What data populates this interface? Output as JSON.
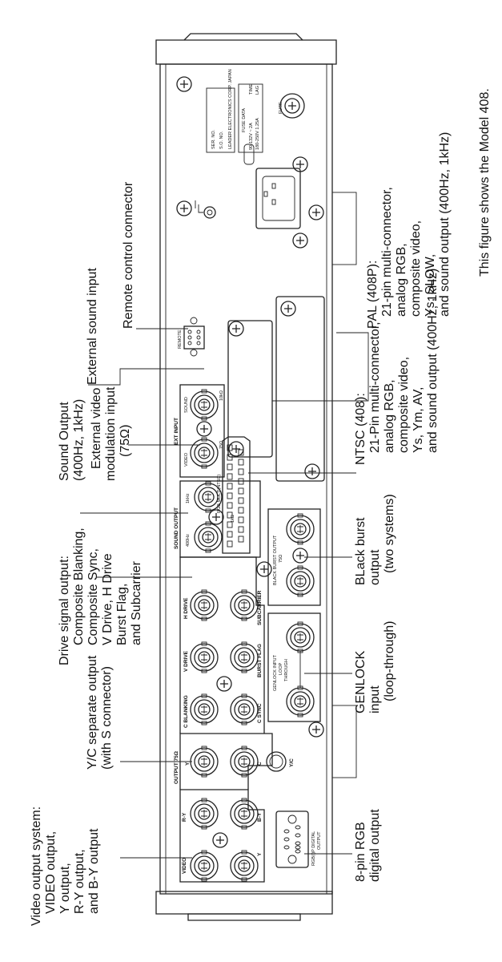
{
  "figure": {
    "caption": "This figure shows the Model 408.",
    "device": "Rear panel"
  },
  "callouts": {
    "video_output": [
      "Video output system:",
      "VIDEO output,",
      "Y output,",
      "R-Y output,",
      "and B-Y output"
    ],
    "rgb_digital": [
      "8-pin RGB",
      "digital output"
    ],
    "yc_output": [
      "Y/C separate output",
      "(with S connector)"
    ],
    "genlock": [
      "GENLOCK",
      "input",
      "(loop-through)"
    ],
    "drive_signal": [
      "Drive signal output:",
      "Composite Blanking,",
      "Composite Sync,",
      "V Drive, H Drive",
      "Burst Flag,",
      "and Subcarrier"
    ],
    "black_burst": [
      "BLack burst",
      "output",
      "(two systems)"
    ],
    "sound_output": [
      "Sound Output",
      "(400Hz,  1kHz)"
    ],
    "ext_video": [
      "External video",
      "modulation input",
      "(75Ω)"
    ],
    "ntsc": [
      "NTSC (408):",
      "21-Pin multi-connector,",
      "analog RGB,",
      "composite video,",
      "Ys, Ym, AV,",
      "and sound output (400Hz,  1kHz)"
    ],
    "ext_sound": [
      "External sound input"
    ],
    "remote": [
      "Remote control connector"
    ],
    "pal": [
      "PAL (408P):",
      "21-pin multi-connector,",
      "analog RGB,",
      "composite video,",
      "Ys, SLOW,",
      "and sound output (400Hz,  1kHz)"
    ]
  },
  "panel_labels": {
    "video": "VIDEO",
    "y": "Y",
    "r_y": "R-Y",
    "b_y": "B-Y",
    "output_75": "OUTPUT  75Ω",
    "y2": "Y",
    "c": "C",
    "yc": "Y/C",
    "c_blanking": "C BLANKING",
    "c_sync": "C SYNC",
    "v_drive": "V DRIVE",
    "burst_flag": "BURST FLAG",
    "h_drive": "H DRIVE",
    "subcarrier": "SUBCARRIER",
    "sound_output": "SOUND OUTPUT",
    "hz400": "400Hz",
    "khz1": "1kHz",
    "ohm1k": "1kΩ",
    "rgb_multi": "RGB  MULTI(NTSC)",
    "ext_input": "EXT INPUT",
    "ext_video": "VIDEO",
    "ext_sound": "SOUND",
    "ext_75": "75Ω",
    "ext_10k": "10kΩ",
    "remote": "REMOTE",
    "rgbi_digital": "RGB(I)P  DIGITAL",
    "rgbi_output": "OUTPUT",
    "genlock_input": "GENLOCK  INPUT",
    "loop": "LOOP",
    "through": "THROUGH",
    "black_burst": "BLACK BURST OUTPUT",
    "black_burst_75": "75Ω",
    "ser_no": "SER. NO.",
    "so_no": "S.O. NO.",
    "maker": "LEADER ELECTRONICS CORP.  JAPAN",
    "fuse_data": "FUSE DATA",
    "fuse_row1": "90-132V ~   2A",
    "fuse_row2": "180-250V   1.25A",
    "time_lag": "TIME",
    "lag": "LAG",
    "fuse": "FUSE"
  }
}
